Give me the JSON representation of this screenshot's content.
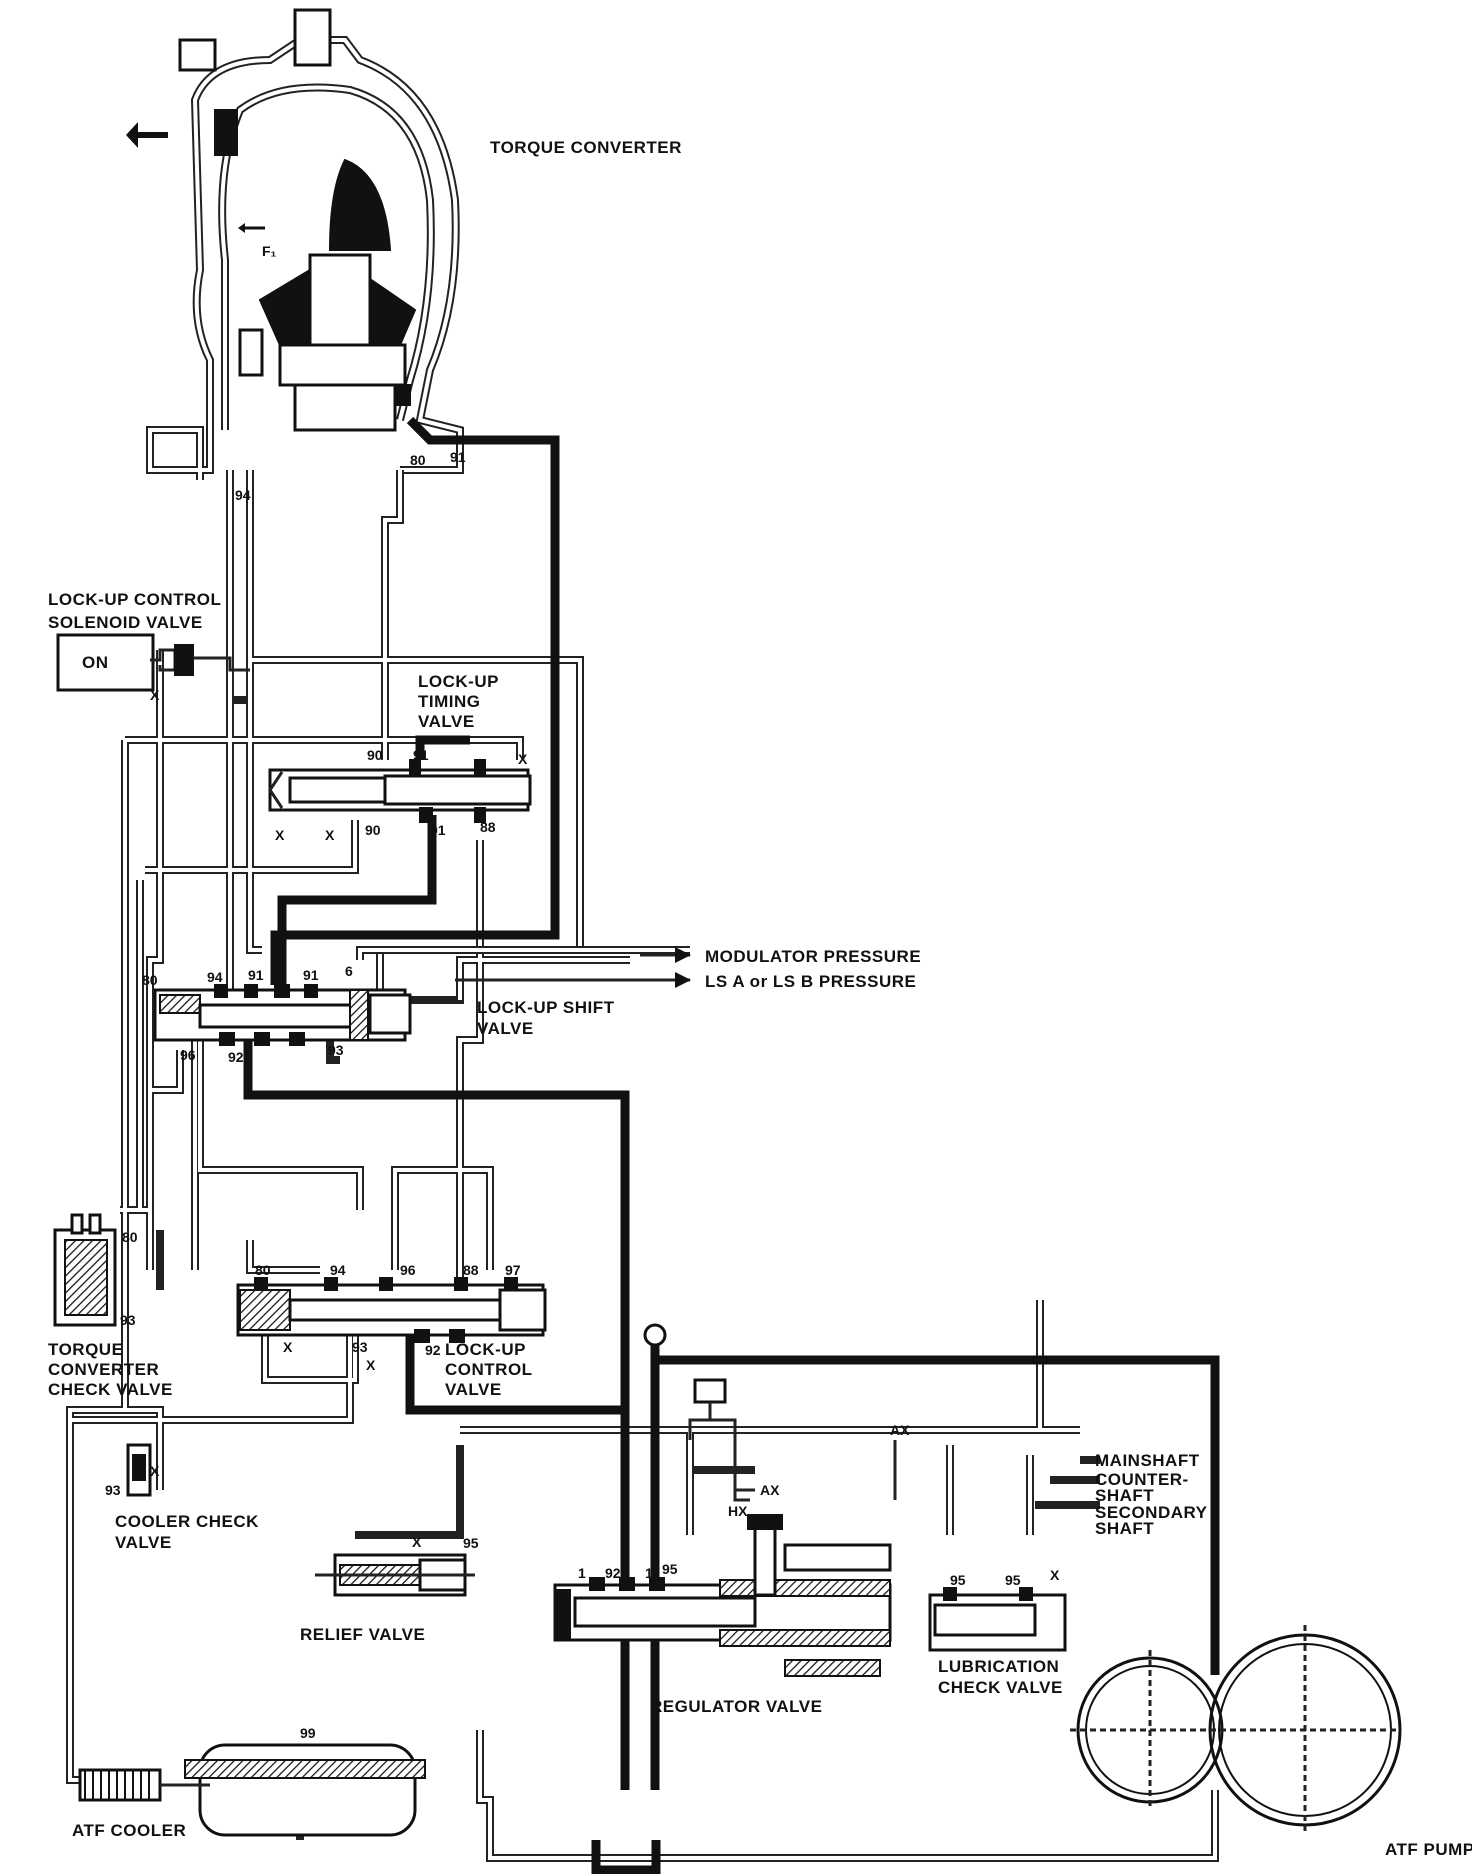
{
  "labels": {
    "torque_converter": "TORQUE CONVERTER",
    "solenoid_line1": "LOCK-UP CONTROL",
    "solenoid_line2": "SOLENOID VALVE",
    "solenoid_state": "ON",
    "timing_line1": "LOCK-UP",
    "timing_line2": "TIMING",
    "timing_line3": "VALVE",
    "modulator_pressure": "MODULATOR PRESSURE",
    "ls_pressure": "LS A or LS B PRESSURE",
    "shift_line1": "LOCK-UP SHIFT",
    "shift_line2": "VALVE",
    "control_line1": "LOCK-UP",
    "control_line2": "CONTROL",
    "control_line3": "VALVE",
    "tccv_line1": "TORQUE",
    "tccv_line2": "CONVERTER",
    "tccv_line3": "CHECK VALVE",
    "cooler_check_line1": "COOLER CHECK",
    "cooler_check_line2": "VALVE",
    "relief_valve": "RELIEF VALVE",
    "regulator_valve": "REGULATOR VALVE",
    "lube_line1": "LUBRICATION",
    "lube_line2": "CHECK VALVE",
    "mainshaft": "MAINSHAFT",
    "countershaft_line1": "COUNTER-",
    "countershaft_line2": "SHAFT",
    "secondary_line1": "SECONDARY",
    "secondary_line2": "SHAFT",
    "atf_cooler": "ATF COOLER",
    "atf_pump": "ATF PUMP",
    "f1": "F₁"
  },
  "ports": {
    "p80_tc": "80",
    "p91_tc": "91",
    "p94_tc": "94",
    "p90_timing_top": "90",
    "p91_timing_top": "91",
    "x_timing": "X",
    "p90_timing_bot": "90",
    "p91_timing_bot": "91",
    "p88_timing_bot": "88",
    "x_timing_b1": "X",
    "x_timing_b2": "X",
    "x_solenoid": "X",
    "p80_shift": "80",
    "p94_shift": "94",
    "p91_shift_a": "91",
    "p91_shift_b": "91",
    "p6_shift": "6",
    "p96_shift": "96",
    "p92_shift": "92",
    "p93_shift": "93",
    "p80_tccv": "80",
    "p93_tccv": "93",
    "p80_ctrl": "80",
    "p94_ctrl": "94",
    "p96_ctrl": "96",
    "p88_ctrl": "88",
    "p97_ctrl": "97",
    "p93_ctrl": "93",
    "x_ctrl_a": "X",
    "x_ctrl_b": "X",
    "p92_ctrl": "92",
    "p93_cooler": "93",
    "x_cooler": "X",
    "x_relief": "X",
    "p95_relief": "95",
    "p1_reg_a": "1",
    "p92_reg": "92",
    "p1_reg_b": "1",
    "p95_reg": "95",
    "p95_lube_a": "95",
    "p95_lube_b": "95",
    "x_lube": "X",
    "ax_main": "AX",
    "ax_small": "AX",
    "hx_small": "HX",
    "p99_cooler": "99"
  }
}
